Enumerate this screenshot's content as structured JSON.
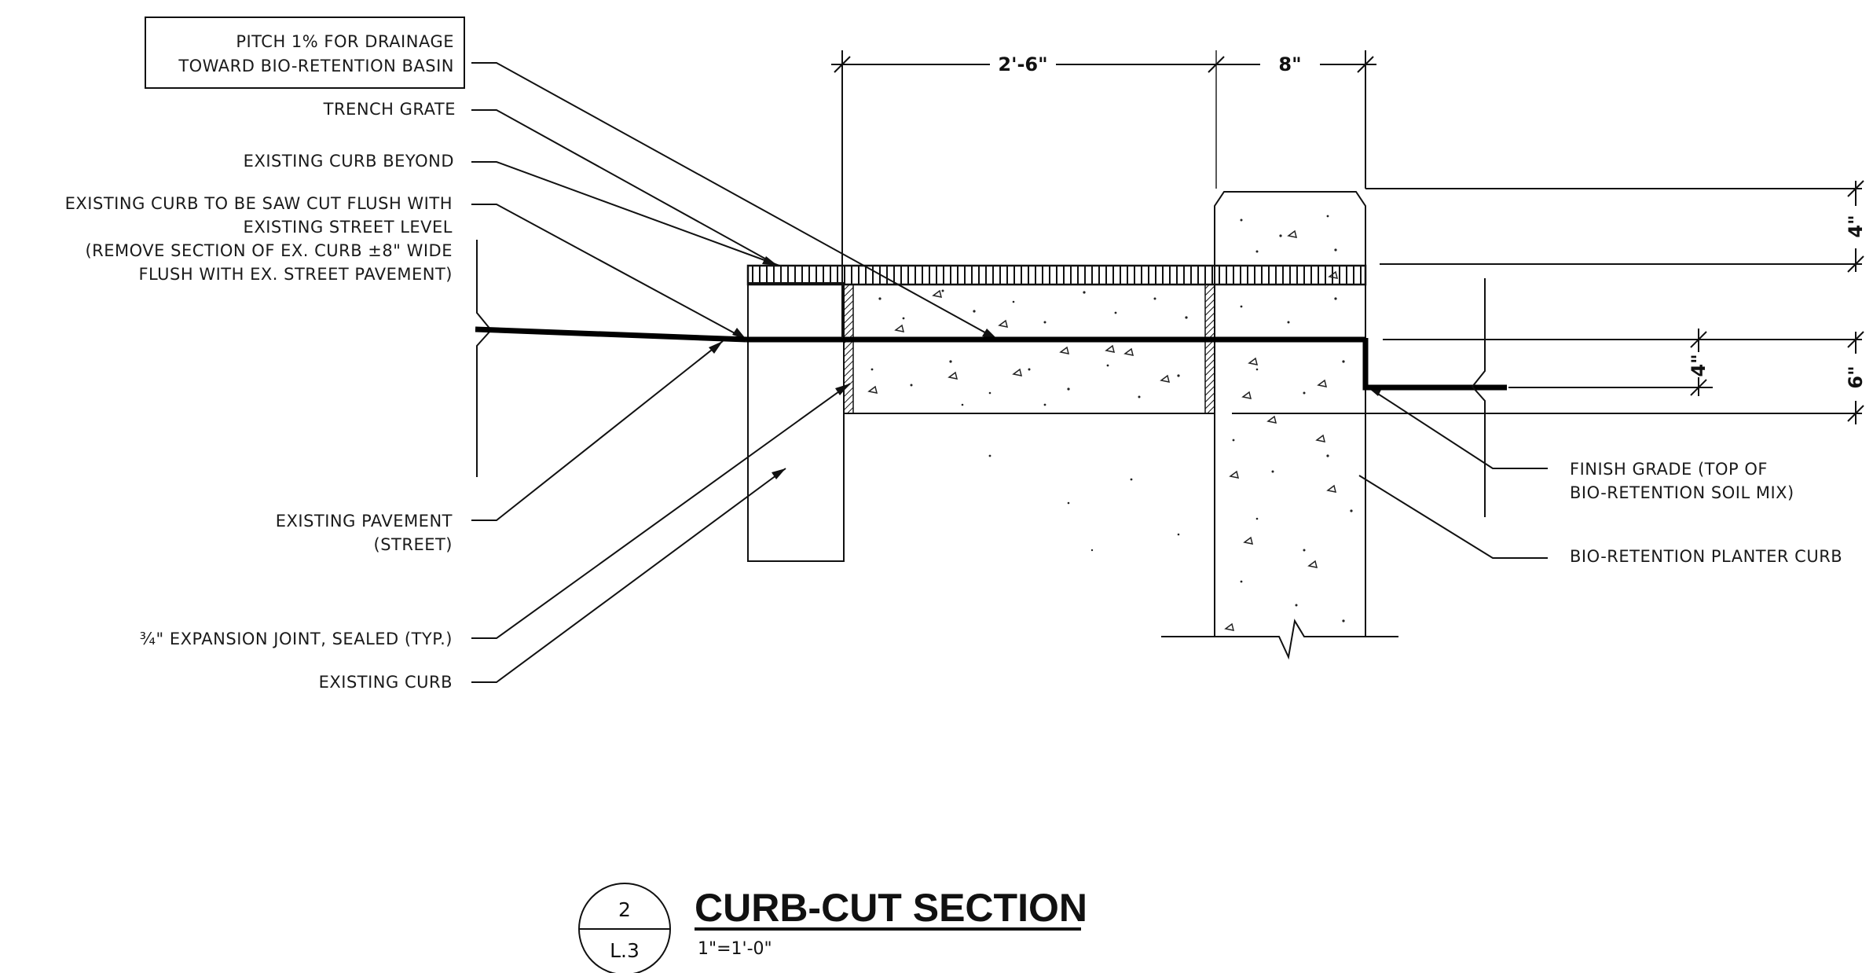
{
  "labels": {
    "pitch_line1": "PITCH 1% FOR DRAINAGE",
    "pitch_line2": "TOWARD BIO-RETENTION BASIN",
    "trench_grate": "TRENCH GRATE",
    "existing_curb_beyond": "EXISTING CURB BEYOND",
    "saw_cut_line1": "EXISTING CURB TO BE SAW CUT FLUSH WITH",
    "saw_cut_line2": "EXISTING STREET LEVEL",
    "saw_cut_line3": "(REMOVE SECTION OF EX. CURB ±8\" WIDE",
    "saw_cut_line4": "FLUSH WITH EX. STREET PAVEMENT)",
    "pavement_line1": "EXISTING PAVEMENT",
    "pavement_line2": "(STREET)",
    "expansion_joint": "¾\" EXPANSION JOINT, SEALED (TYP.)",
    "existing_curb": "EXISTING CURB",
    "finish_grade_line1": "FINISH GRADE (TOP OF",
    "finish_grade_line2": "BIO-RETENTION SOIL MIX)",
    "planter_curb": "BIO-RETENTION PLANTER CURB"
  },
  "dimensions": {
    "trench_width": "2'-6\"",
    "curb_width": "8\"",
    "curb_top": "4\"",
    "grade_drop": "4\"",
    "slab_depth": "6\""
  },
  "title_block": {
    "detail_number": "2",
    "sheet_number": "L.3",
    "title": "CURB-CUT SECTION",
    "scale": "1\"=1'-0\""
  }
}
